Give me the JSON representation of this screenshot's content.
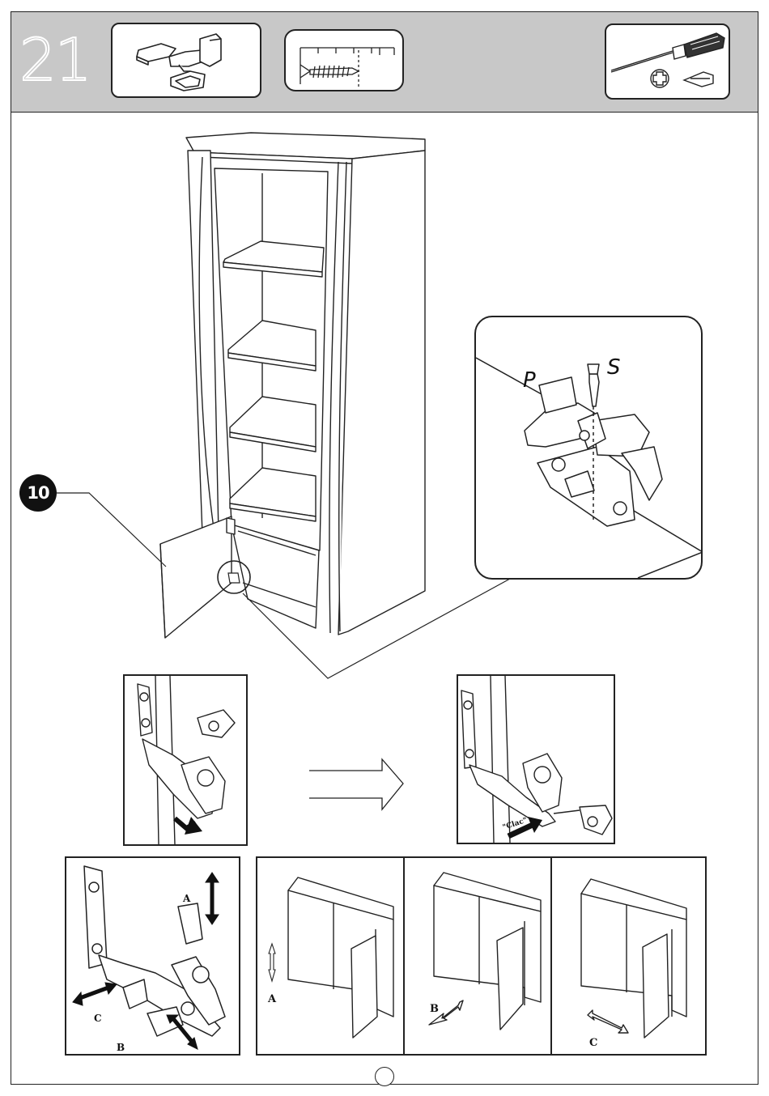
{
  "step": {
    "number": "21"
  },
  "callout": {
    "part_number": "10"
  },
  "detail": {
    "label_p": "P",
    "label_s": "S"
  },
  "sequence": {
    "click_text": "\"Clac\""
  },
  "adjust": {
    "hinge_labels": {
      "a": "A",
      "b": "B",
      "c": "C"
    },
    "cabinet_labels": {
      "a": "A",
      "b": "B",
      "c": "C"
    }
  },
  "footer": {
    "page_number": ""
  },
  "colors": {
    "header_gray": "#c8c8c8",
    "line": "#222222",
    "black": "#111111"
  }
}
